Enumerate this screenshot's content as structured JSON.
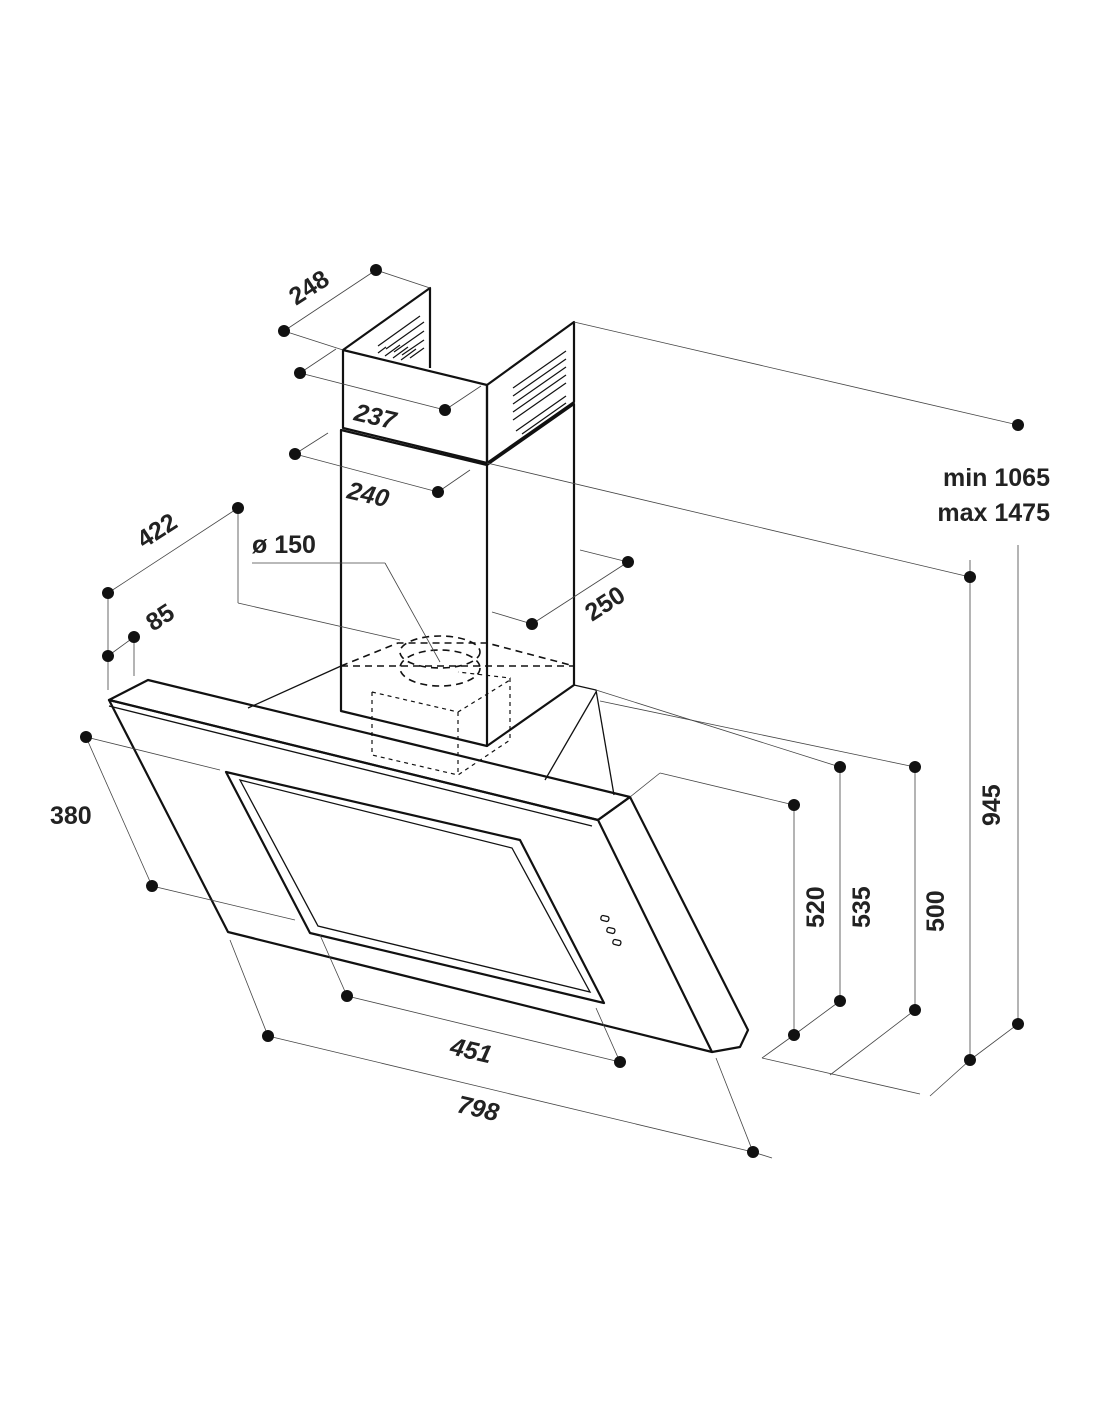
{
  "dimensions": {
    "d248": "248",
    "d237": "237",
    "d240": "240",
    "d422": "422",
    "d150": "ø 150",
    "d85": "85",
    "d250": "250",
    "d380": "380",
    "d451": "451",
    "d798": "798",
    "d520": "520",
    "d535": "535",
    "d500": "500",
    "d945": "945",
    "height_min": "min 1065",
    "height_max": "max 1475"
  },
  "colors": {
    "line": "#111111",
    "text": "#222222",
    "background": "#ffffff"
  }
}
